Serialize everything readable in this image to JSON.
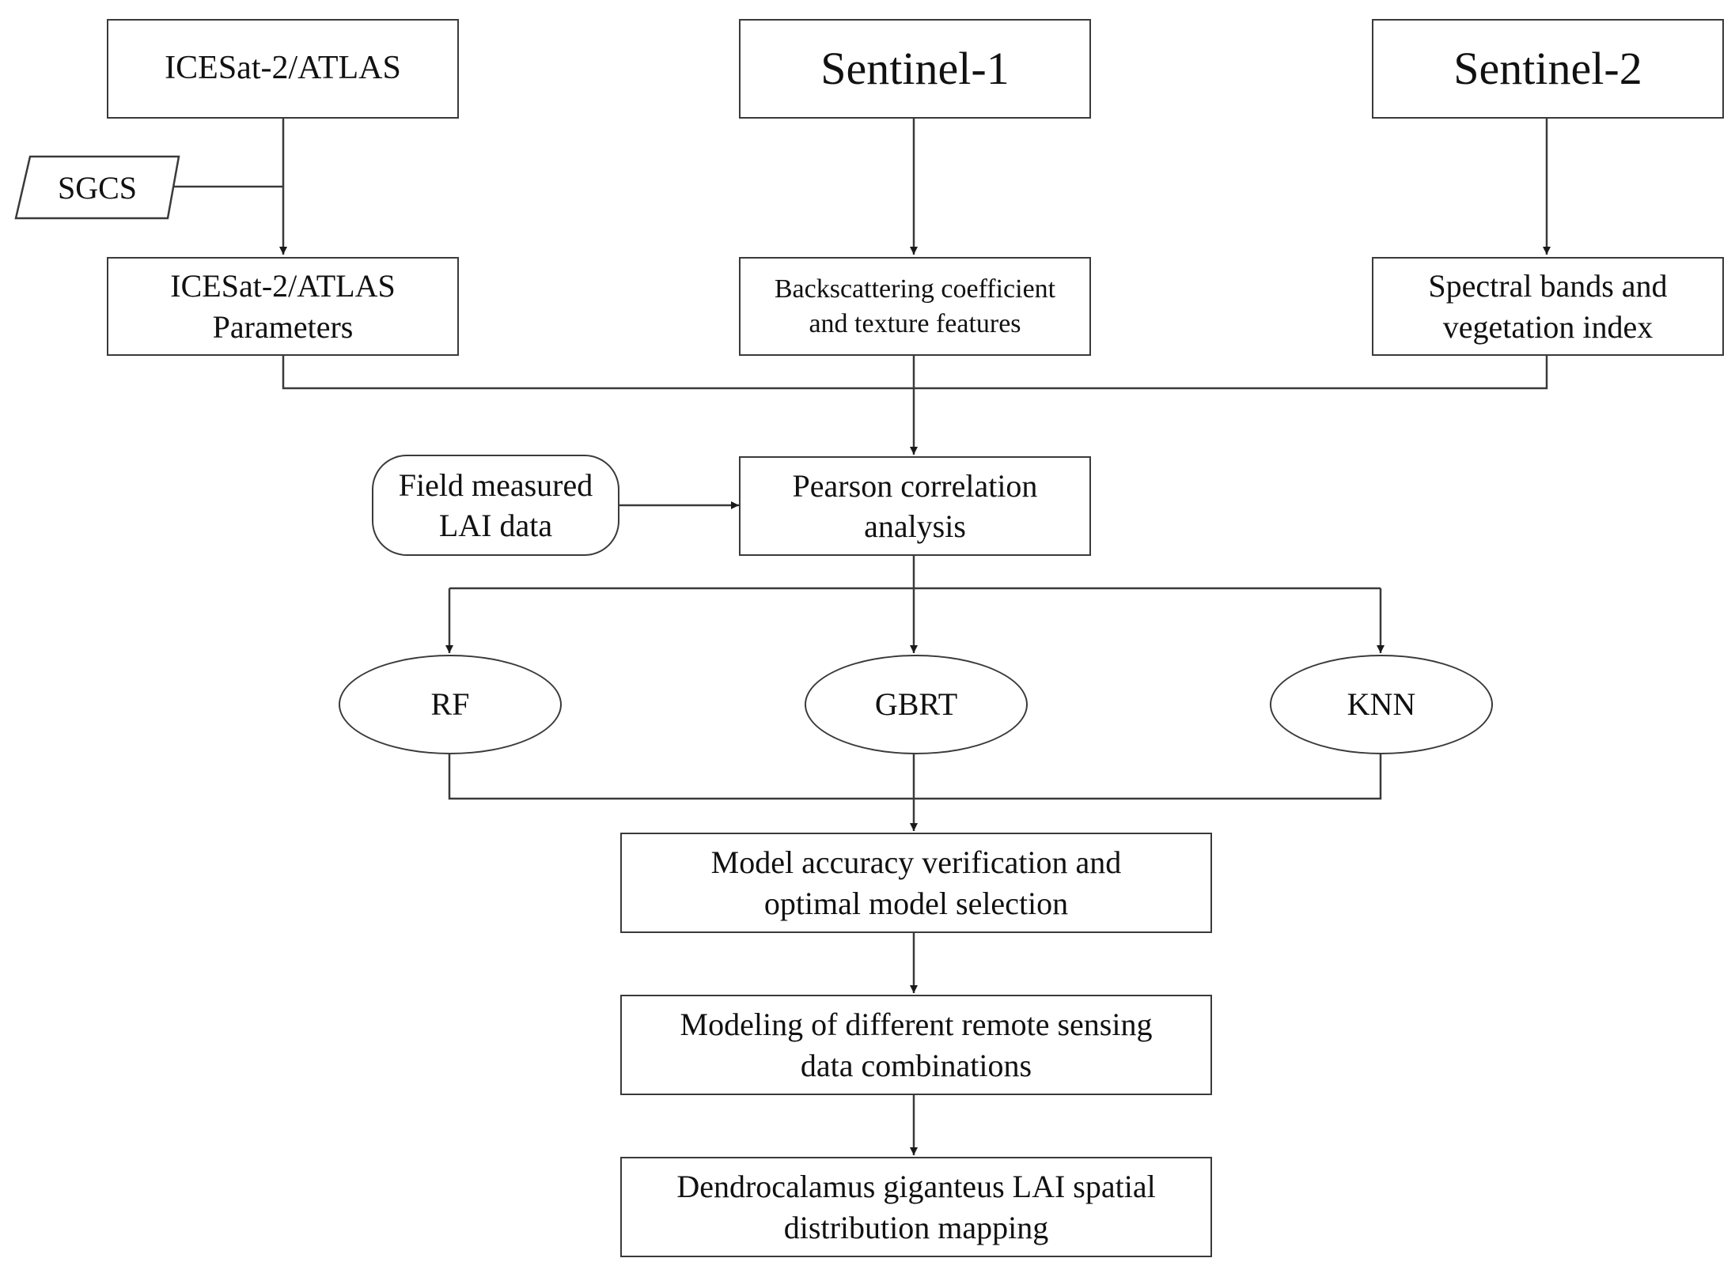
{
  "nodes": {
    "icesat": {
      "lines": [
        "ICESat-2/ATLAS"
      ]
    },
    "sentinel1": {
      "lines": [
        "Sentinel-1"
      ]
    },
    "sentinel2": {
      "lines": [
        "Sentinel-2"
      ]
    },
    "sgcs": {
      "lines": [
        "SGCS"
      ]
    },
    "icesat_params": {
      "lines": [
        "ICESat-2/ATLAS",
        "Parameters"
      ]
    },
    "backscatter": {
      "lines": [
        "Backscattering coefficient",
        "and texture features"
      ]
    },
    "spectral": {
      "lines": [
        "Spectral bands and",
        "vegetation index"
      ]
    },
    "field_lai": {
      "lines": [
        "Field measured",
        "LAI data"
      ]
    },
    "pearson": {
      "lines": [
        "Pearson correlation",
        "analysis"
      ]
    },
    "rf": {
      "lines": [
        "RF"
      ]
    },
    "gbrt": {
      "lines": [
        "GBRT"
      ]
    },
    "knn": {
      "lines": [
        "KNN"
      ]
    },
    "accuracy": {
      "lines": [
        "Model accuracy verification and",
        "optimal model selection"
      ]
    },
    "modeling": {
      "lines": [
        "Modeling of different remote sensing",
        "data combinations"
      ]
    },
    "mapping": {
      "lines": [
        "Dendrocalamus giganteus LAI spatial",
        "distribution mapping"
      ]
    }
  },
  "colors": {
    "stroke": "#3a3a3a",
    "text": "#111111",
    "background": "#ffffff"
  }
}
